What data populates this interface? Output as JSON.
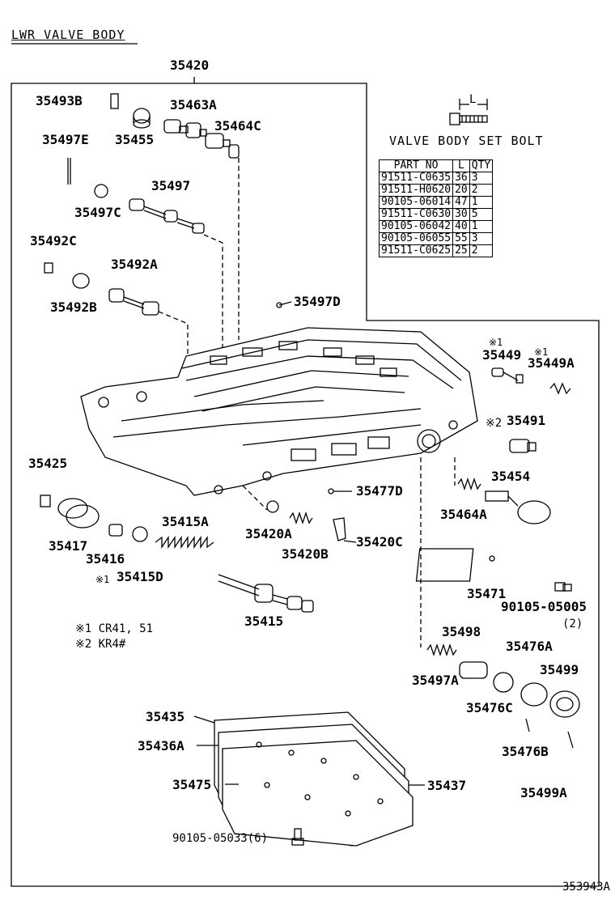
{
  "title": "LWR VALVE BODY",
  "assembly_number": "35420",
  "doc_number": "353943A",
  "bolt_table": {
    "title": "VALVE BODY SET BOLT",
    "dimension_label": "L",
    "headers": [
      "PART NO",
      "L",
      "QTY"
    ],
    "rows": [
      [
        "91511-C0635",
        "36",
        "3"
      ],
      [
        "91511-H0620",
        "20",
        "2"
      ],
      [
        "90105-06014",
        "47",
        "1"
      ],
      [
        "91511-C0630",
        "30",
        "5"
      ],
      [
        "90105-06042",
        "40",
        "1"
      ],
      [
        "90105-06055",
        "55",
        "3"
      ],
      [
        "91511-C0625",
        "25",
        "2"
      ]
    ]
  },
  "parts": {
    "p35493B": "35493B",
    "p35463A": "35463A",
    "p35464C": "35464C",
    "p35497E": "35497E",
    "p35455": "35455",
    "p35497": "35497",
    "p35497C": "35497C",
    "p35492C": "35492C",
    "p35492A": "35492A",
    "p35492B": "35492B",
    "p35497D": "35497D",
    "p35449": "35449",
    "p35449A": "35449A",
    "p35491": "35491",
    "p35454": "35454",
    "p35464A": "35464A",
    "p35425": "35425",
    "p35477D": "35477D",
    "p35417": "35417",
    "p35416": "35416",
    "p35415A": "35415A",
    "p35415D": "35415D",
    "p35420A": "35420A",
    "p35420B": "35420B",
    "p35420C": "35420C",
    "p35415": "35415",
    "p35471": "35471",
    "p90105_05005": "90105-05005",
    "qty2": "(2)",
    "p35498": "35498",
    "p35476A": "35476A",
    "p35499": "35499",
    "p35497A": "35497A",
    "p35476C": "35476C",
    "p35476B": "35476B",
    "p35499A": "35499A",
    "p35435": "35435",
    "p35436A": "35436A",
    "p35475": "35475",
    "p35437": "35437",
    "p90105_05033": "90105-05033(6)"
  },
  "notes": {
    "mark1": "※1",
    "mark2": "※2",
    "n1": "※1 CR41, 51",
    "n2": "※2 KR4#"
  }
}
